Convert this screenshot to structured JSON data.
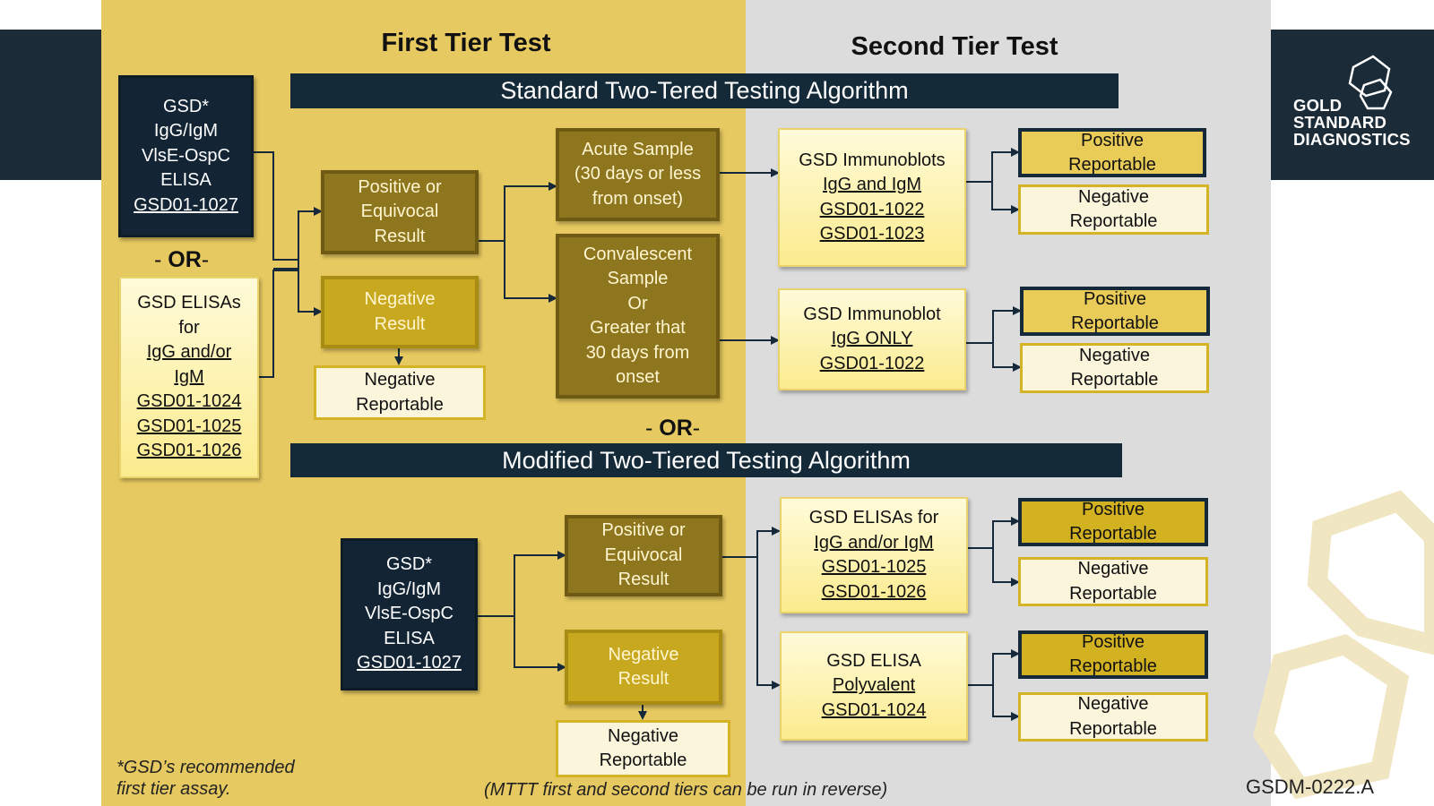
{
  "headers": {
    "first_tier": "First Tier Test",
    "second_tier": "Second Tier Test"
  },
  "standard_bar": "Standard Two-Tered Testing Algorithm",
  "modified_bar": "Modified Two-Tiered Testing Algorithm",
  "or_middle": {
    "dash": "- ",
    "word": "OR",
    "dash2": "-"
  },
  "or_left": {
    "dash": "- ",
    "word": "OR",
    "dash2": "-"
  },
  "gsd_box_top": [
    "GSD*",
    "IgG/IgM",
    "VlsE-OspC",
    "ELISA",
    "GSD01-1027"
  ],
  "elisa_box": [
    "GSD ELISAs",
    "for",
    "IgG and/or",
    "IgM",
    "GSD01-1024",
    "GSD01-1025",
    "GSD01-1026"
  ],
  "std_pos": [
    "Positive or",
    "Equivocal",
    "Result"
  ],
  "std_neg": [
    "Negative",
    "Result"
  ],
  "std_neg_rep": [
    "Negative",
    "Reportable"
  ],
  "acute": [
    "Acute Sample",
    "(30 days or less",
    "from onset)"
  ],
  "conv": [
    "Convalescent",
    "Sample",
    "Or",
    "Greater that",
    "30 days from",
    "onset"
  ],
  "immunoblots": [
    "GSD Immunoblots",
    "IgG and IgM",
    "GSD01-1022",
    "GSD01-1023"
  ],
  "immunoblot": [
    "GSD Immunoblot",
    "IgG ONLY",
    "GSD01-1022"
  ],
  "reportable": {
    "pos1": [
      "Positive",
      "Reportable"
    ],
    "neg1": [
      "Negative",
      "Reportable"
    ],
    "pos2": [
      "Positive",
      "Reportable"
    ],
    "neg2": [
      "Negative",
      "Reportable"
    ],
    "pos3": [
      "Positive",
      "Reportable"
    ],
    "neg3": [
      "Negative",
      "Reportable"
    ],
    "pos4": [
      "Positive",
      "Reportable"
    ],
    "neg4": [
      "Negative",
      "Reportable"
    ]
  },
  "gsd_box_bottom": [
    "GSD*",
    "IgG/IgM",
    "VlsE-OspC",
    "ELISA",
    "GSD01-1027"
  ],
  "mod_pos": [
    "Positive or",
    "Equivocal",
    "Result"
  ],
  "mod_neg": [
    "Negative",
    "Result"
  ],
  "mod_neg_rep": [
    "Negative",
    "Reportable"
  ],
  "elisas_for": [
    "GSD ELISAs for",
    "IgG and/or IgM",
    "GSD01-1025",
    "GSD01-1026"
  ],
  "elisa_poly": [
    "GSD ELISA",
    "Polyvalent",
    "GSD01-1024"
  ],
  "footnote": [
    "*GSD’s recommended",
    "first tier assay."
  ],
  "reverse_note": "(MTTT first and second tiers can be run in reverse)",
  "doc_code": "GSDM-0222.A",
  "logo_text": [
    "GOLD",
    "STANDARD",
    "DIAGNOSTICS"
  ],
  "logo_icon": "hexagon-logo-icon",
  "colors": {
    "navy": "#132535",
    "gold": "#e6c960",
    "grey": "#dcdcdc"
  }
}
